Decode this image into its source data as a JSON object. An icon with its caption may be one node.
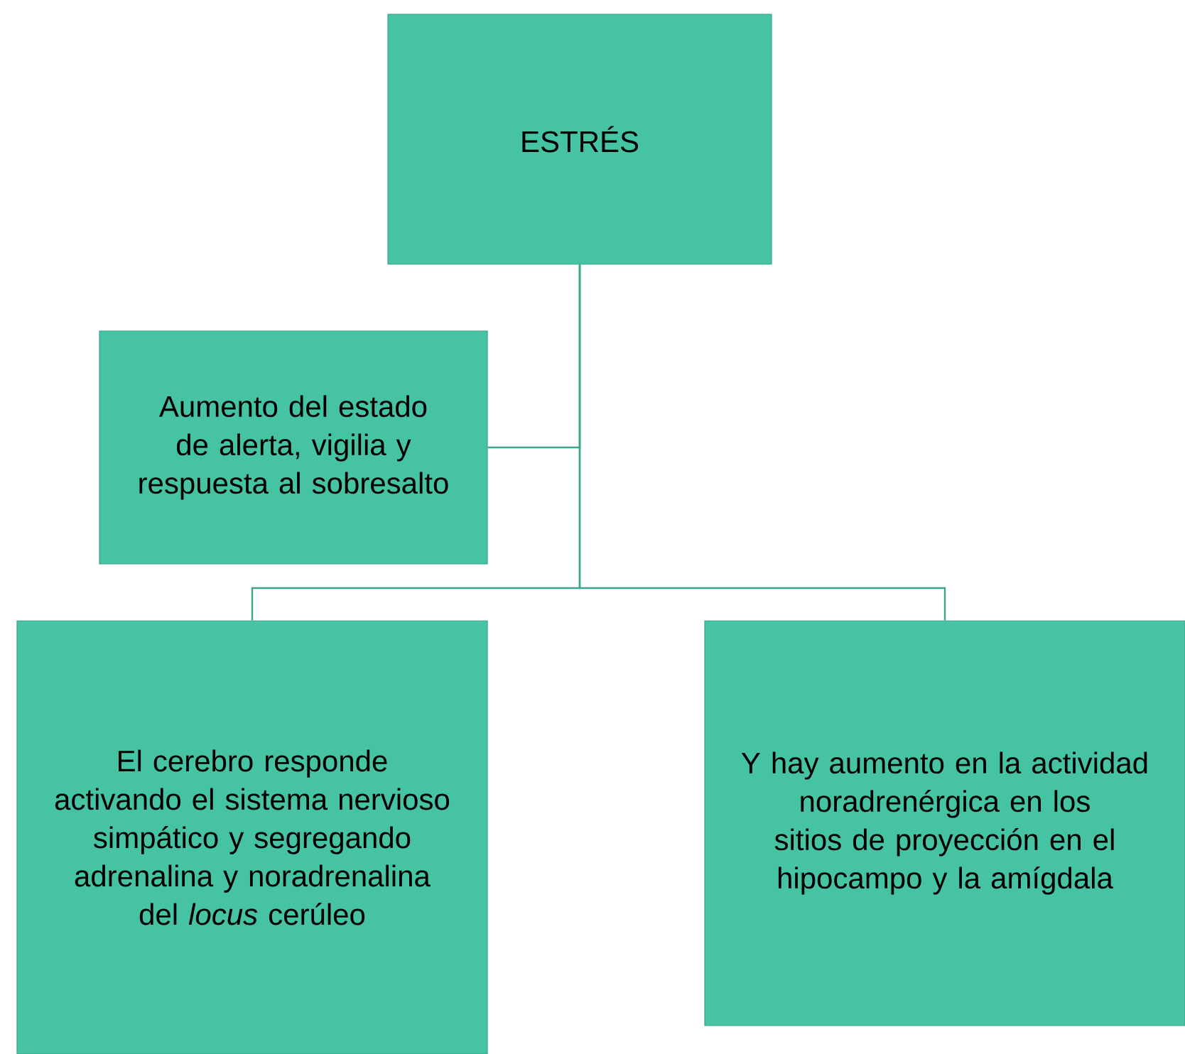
{
  "diagram": {
    "nodes": [
      {
        "text": [
          "ESTRÉS"
        ]
      },
      {
        "text": [
          "Aumento del estado de alerta, vigilia y respuesta al sobresalto"
        ]
      },
      {
        "text": [
          "El cerebro responde activando el sistema nervioso simpático y segregando adrenalina y noradrenalina del *locus* cerúleo"
        ]
      },
      {
        "text": [
          "Y hay aumento en la actividad noradrenérgica en los sitios de proyección en el hipocampo y la amígdala"
        ]
      }
    ],
    "edges": [
      {
        "from": 0,
        "to": 1,
        "arrow": "none"
      },
      {
        "from": 0,
        "to": 2,
        "arrow": "none"
      },
      {
        "from": 0,
        "to": 3,
        "arrow": "none"
      }
    ]
  }
}
